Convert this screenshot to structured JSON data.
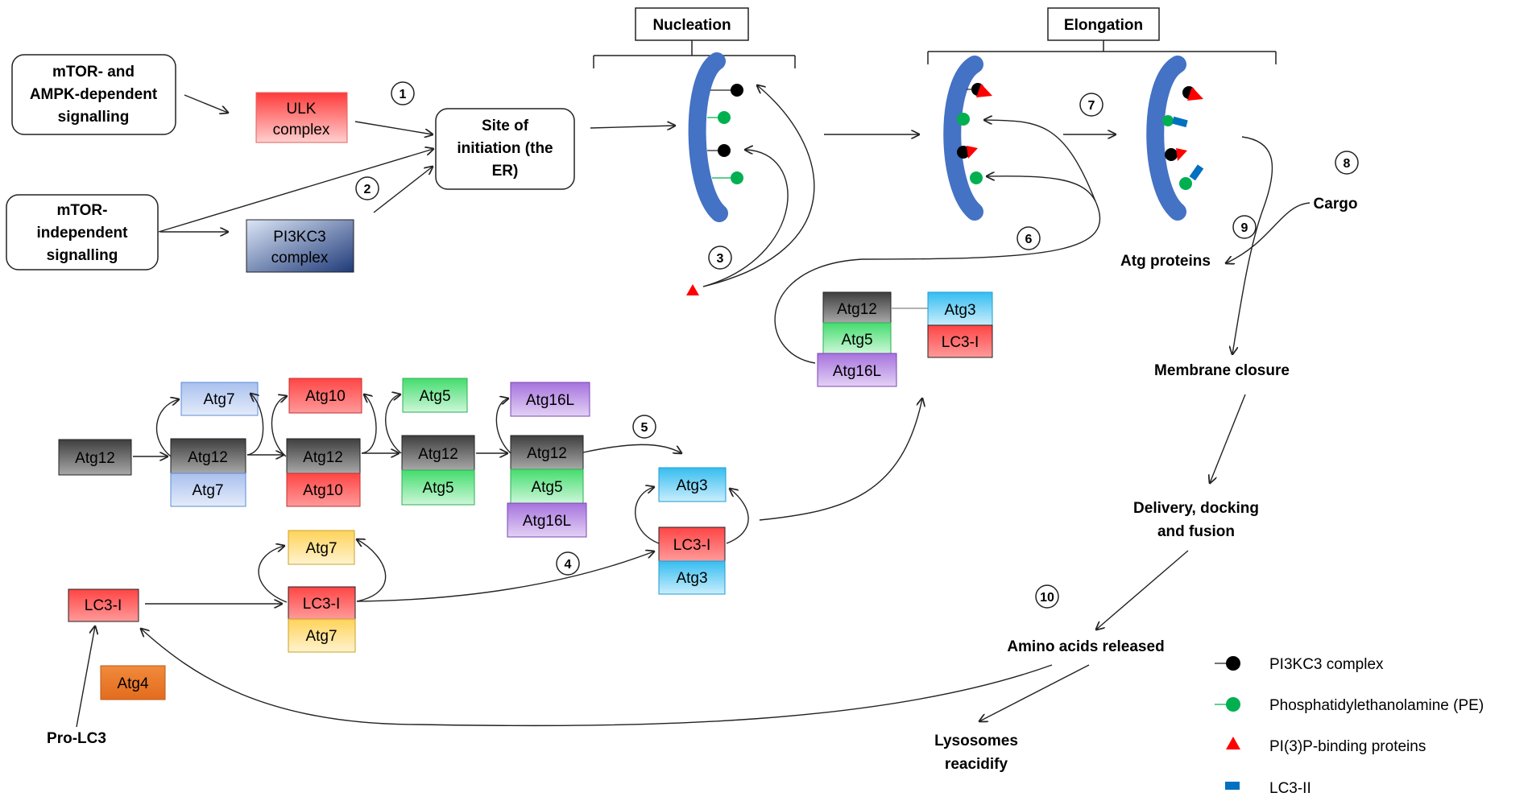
{
  "signals": {
    "mtor_ampk": [
      "mTOR- and",
      "AMPK-dependent",
      "signalling"
    ],
    "mtor_indep": [
      "mTOR-",
      "independent",
      "signalling"
    ]
  },
  "complexes": {
    "ulk": [
      "ULK",
      "complex"
    ],
    "pi3kc3": [
      "PI3KC3",
      "complex"
    ]
  },
  "site": [
    "Site of",
    "initiation (the",
    "ER)"
  ],
  "stages": {
    "nucleation": "Nucleation",
    "elongation": "Elongation"
  },
  "steps": [
    "1",
    "2",
    "3",
    "4",
    "5",
    "6",
    "7",
    "8",
    "9",
    "10"
  ],
  "proteins": {
    "atg12": "Atg12",
    "atg7": "Atg7",
    "atg10": "Atg10",
    "atg5": "Atg5",
    "atg16l": "Atg16L",
    "atg3": "Atg3",
    "lc3i": "LC3-I",
    "atg4": "Atg4",
    "pro_lc3": "Pro-LC3"
  },
  "flow": {
    "cargo": "Cargo",
    "atg_proteins": "Atg proteins",
    "membrane_closure": "Membrane closure",
    "delivery": [
      "Delivery, docking",
      "and fusion"
    ],
    "amino_acids": "Amino acids released",
    "lysosomes": [
      "Lysosomes",
      "reacidify"
    ]
  },
  "legend": [
    {
      "label": "PI3KC3 complex",
      "icon": "black-circle"
    },
    {
      "label": "Phosphatidylethanolamine (PE)",
      "icon": "green-circle"
    },
    {
      "label": "PI(3)P-binding proteins",
      "icon": "red-triangle"
    },
    {
      "label": "LC3-II",
      "icon": "blue-bar"
    }
  ],
  "colors": {
    "membrane": "#4472C4",
    "pe": "#00B050",
    "pi3p": "#FF0000",
    "lc3ii": "#0070C0",
    "red_box": "#FF5050",
    "grey_box": "#595959",
    "blue_box": "#9DC3E6",
    "green_box": "#66E08A",
    "purple_box": "#B07FD9",
    "cyan_box": "#47C2EE",
    "yellow_box": "#FFD966",
    "orange_box": "#ED7D31"
  }
}
